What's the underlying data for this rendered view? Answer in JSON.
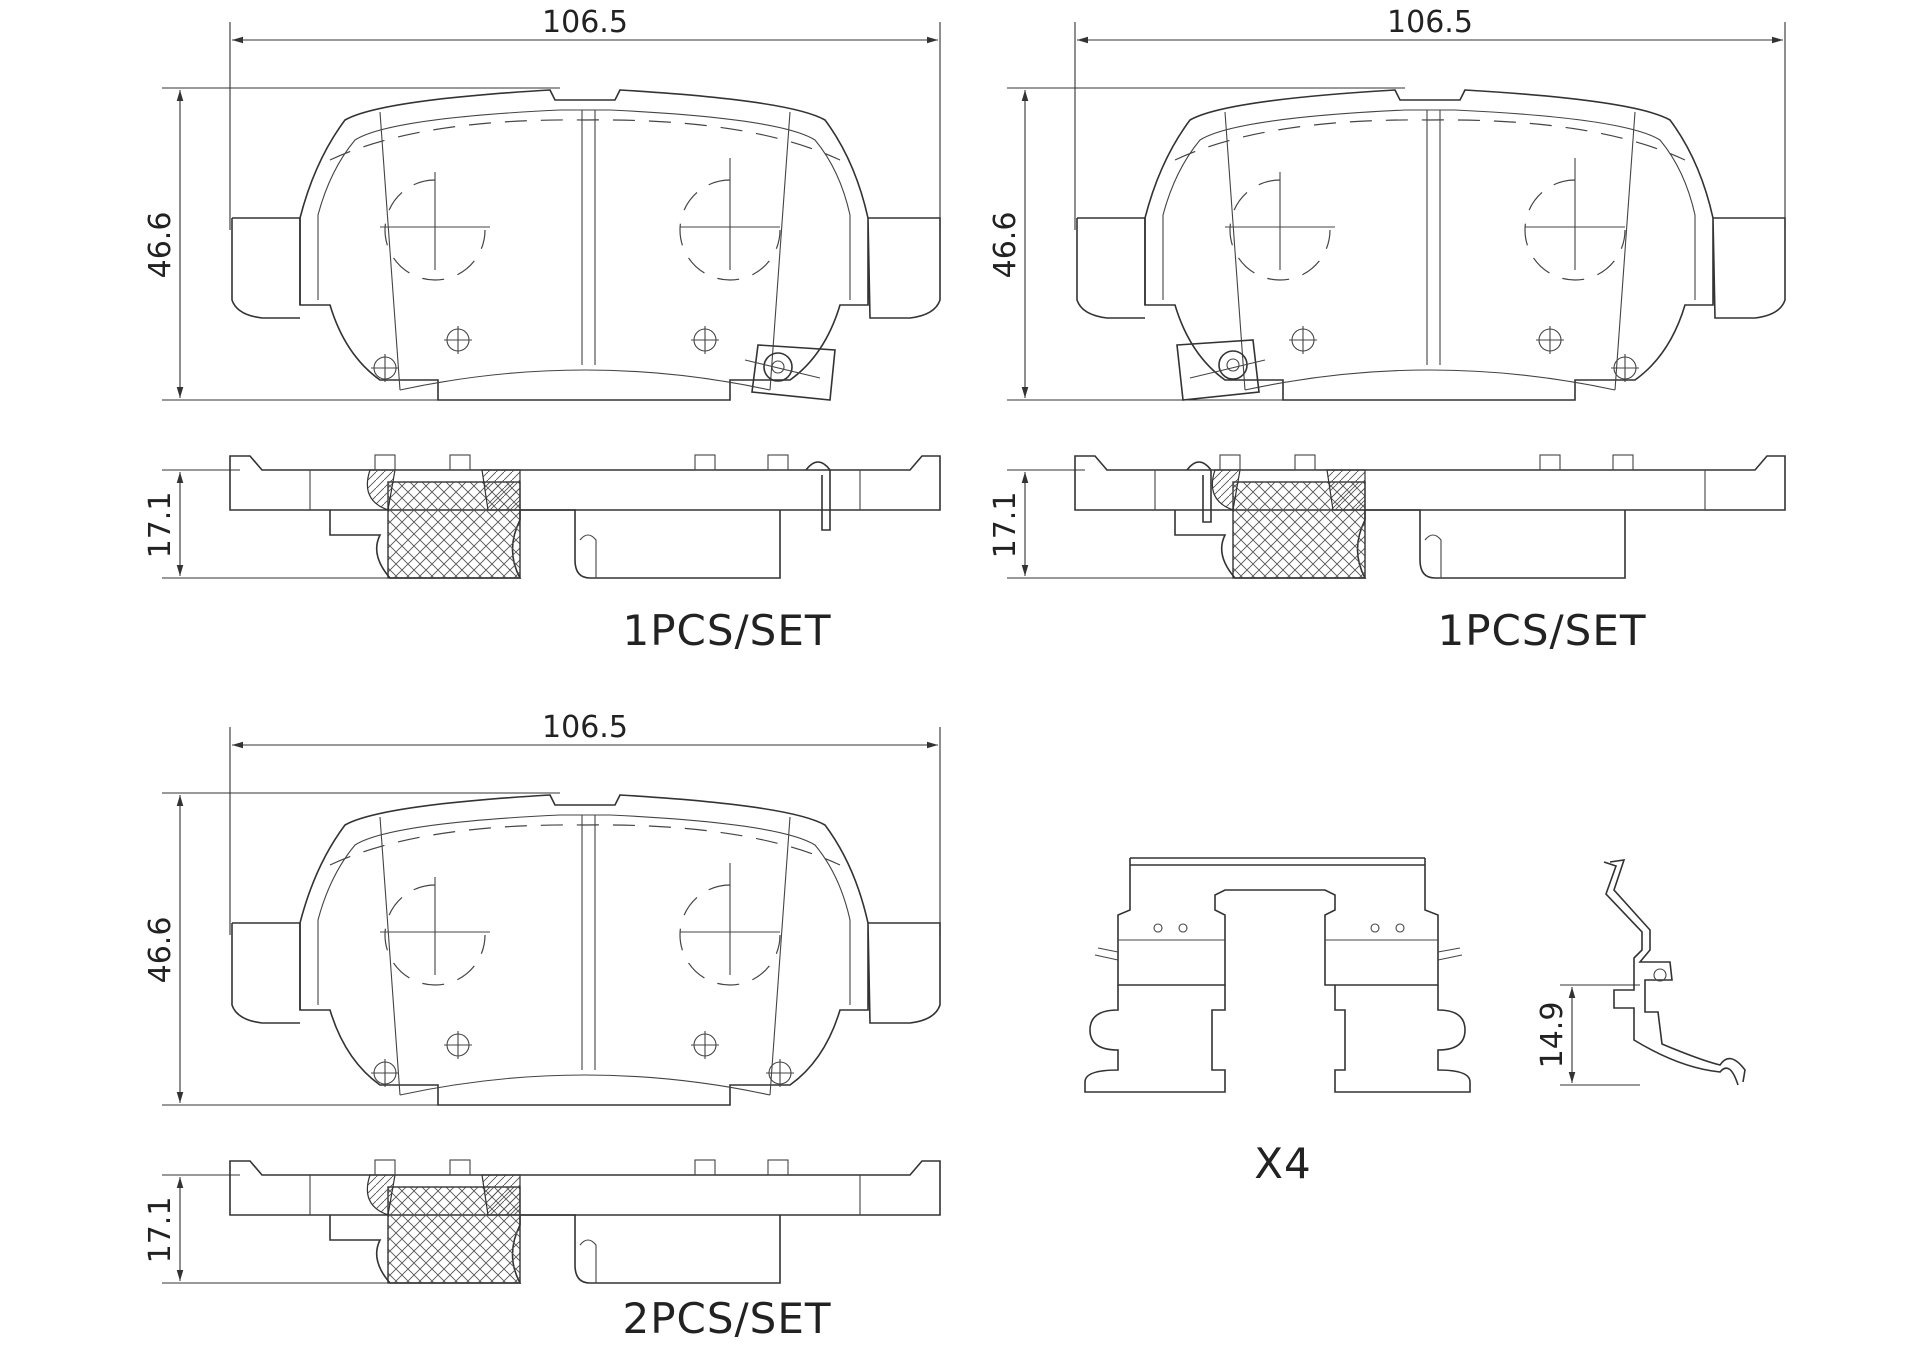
{
  "views": [
    {
      "id": "pad-a",
      "width_dim": "106.5",
      "height_dim": "46.6",
      "thickness_dim": "17.1",
      "set_label": "1PCS/SET",
      "wear_sensor": "right"
    },
    {
      "id": "pad-b",
      "width_dim": "106.5",
      "height_dim": "46.6",
      "thickness_dim": "17.1",
      "set_label": "1PCS/SET",
      "wear_sensor": "left"
    },
    {
      "id": "pad-c",
      "width_dim": "106.5",
      "height_dim": "46.6",
      "thickness_dim": "17.1",
      "set_label": "2PCS/SET",
      "wear_sensor": "none"
    }
  ],
  "clip": {
    "height_dim": "14.9",
    "quantity_label": "X4"
  }
}
